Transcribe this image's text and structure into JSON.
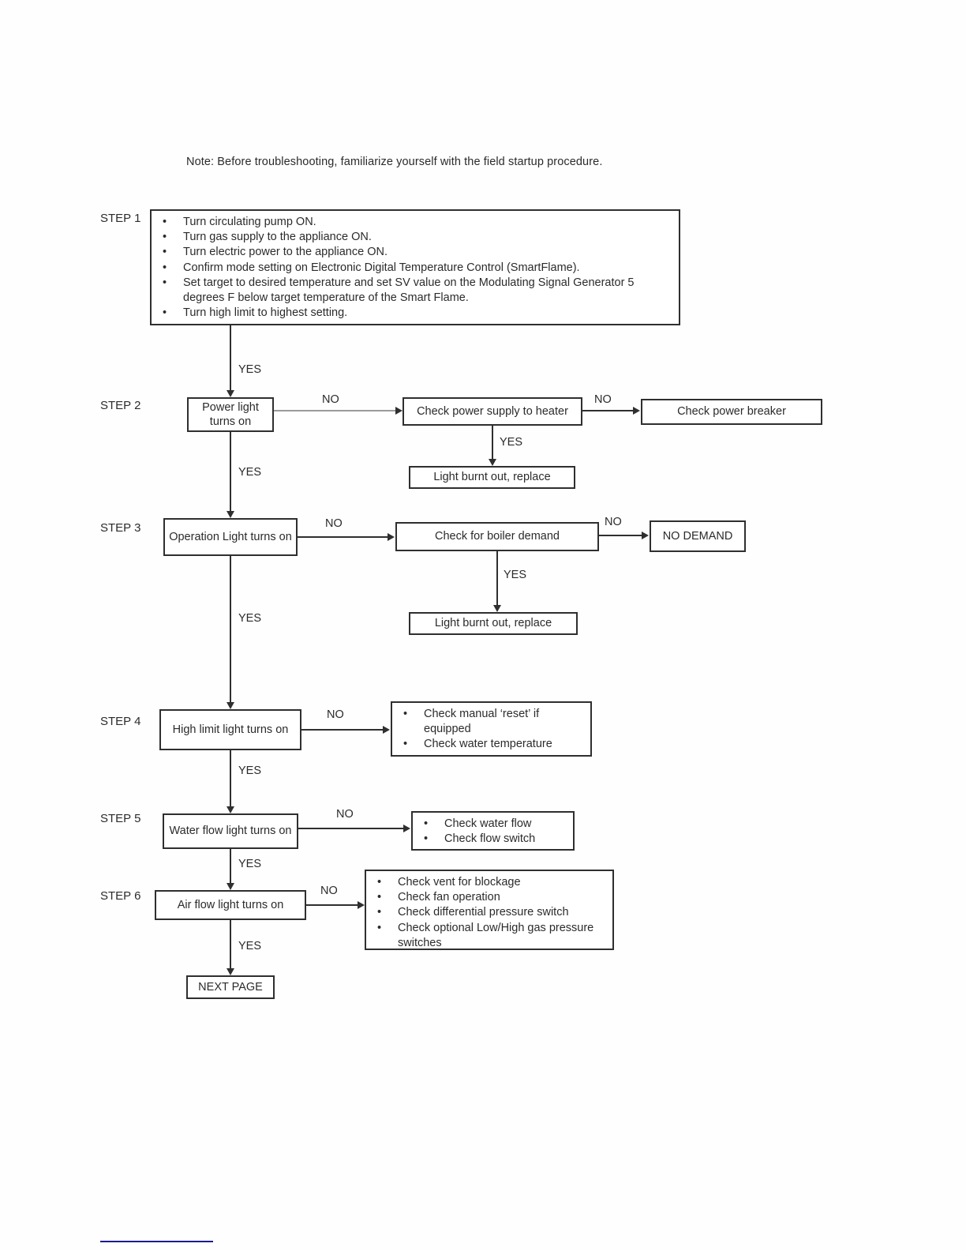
{
  "note": "Note: Before troubleshooting, familiarize yourself with the field startup procedure.",
  "edges": {
    "yes": "YES",
    "no": "NO"
  },
  "glyphs": {
    "bullet": "•"
  },
  "colors": {
    "ink": "#2f2f2f",
    "muted_connector": "#9a9a9a",
    "footer_rule": "#1b1b90",
    "background": "#fefefe"
  },
  "flow": {
    "step1": {
      "label": "STEP 1",
      "items": [
        "Turn circulating pump ON.",
        "Turn gas supply to the appliance ON.",
        "Turn electric power to the appliance ON.",
        "Confirm mode setting on Electronic Digital Temperature Control (SmartFlame).",
        "Set target to desired temperature and set SV value on the Modulating Signal Generator 5 degrees F below target temperature of the Smart Flame.",
        "Turn high limit to highest setting."
      ]
    },
    "step2": {
      "label": "STEP 2",
      "node": "Power light turns on",
      "check": "Check power supply to heater",
      "check_no": "Check power breaker",
      "check_yes": "Light burnt out, replace"
    },
    "step3": {
      "label": "STEP 3",
      "node": "Operation Light turns on",
      "check": "Check for boiler demand",
      "check_no": "NO DEMAND",
      "check_yes": "Light burnt out, replace"
    },
    "step4": {
      "label": "STEP 4",
      "node": "High limit light turns on",
      "check_items": [
        "Check manual ‘reset’ if equipped",
        "Check water temperature"
      ]
    },
    "step5": {
      "label": "STEP 5",
      "node": "Water flow light turns on",
      "check_items": [
        "Check water flow",
        "Check flow switch"
      ]
    },
    "step6": {
      "label": "STEP 6",
      "node": "Air flow light turns on",
      "check_items": [
        "Check vent for blockage",
        "Check fan operation",
        "Check differential pressure switch",
        "Check optional Low/High gas pressure switches"
      ]
    },
    "terminal": "NEXT PAGE"
  }
}
